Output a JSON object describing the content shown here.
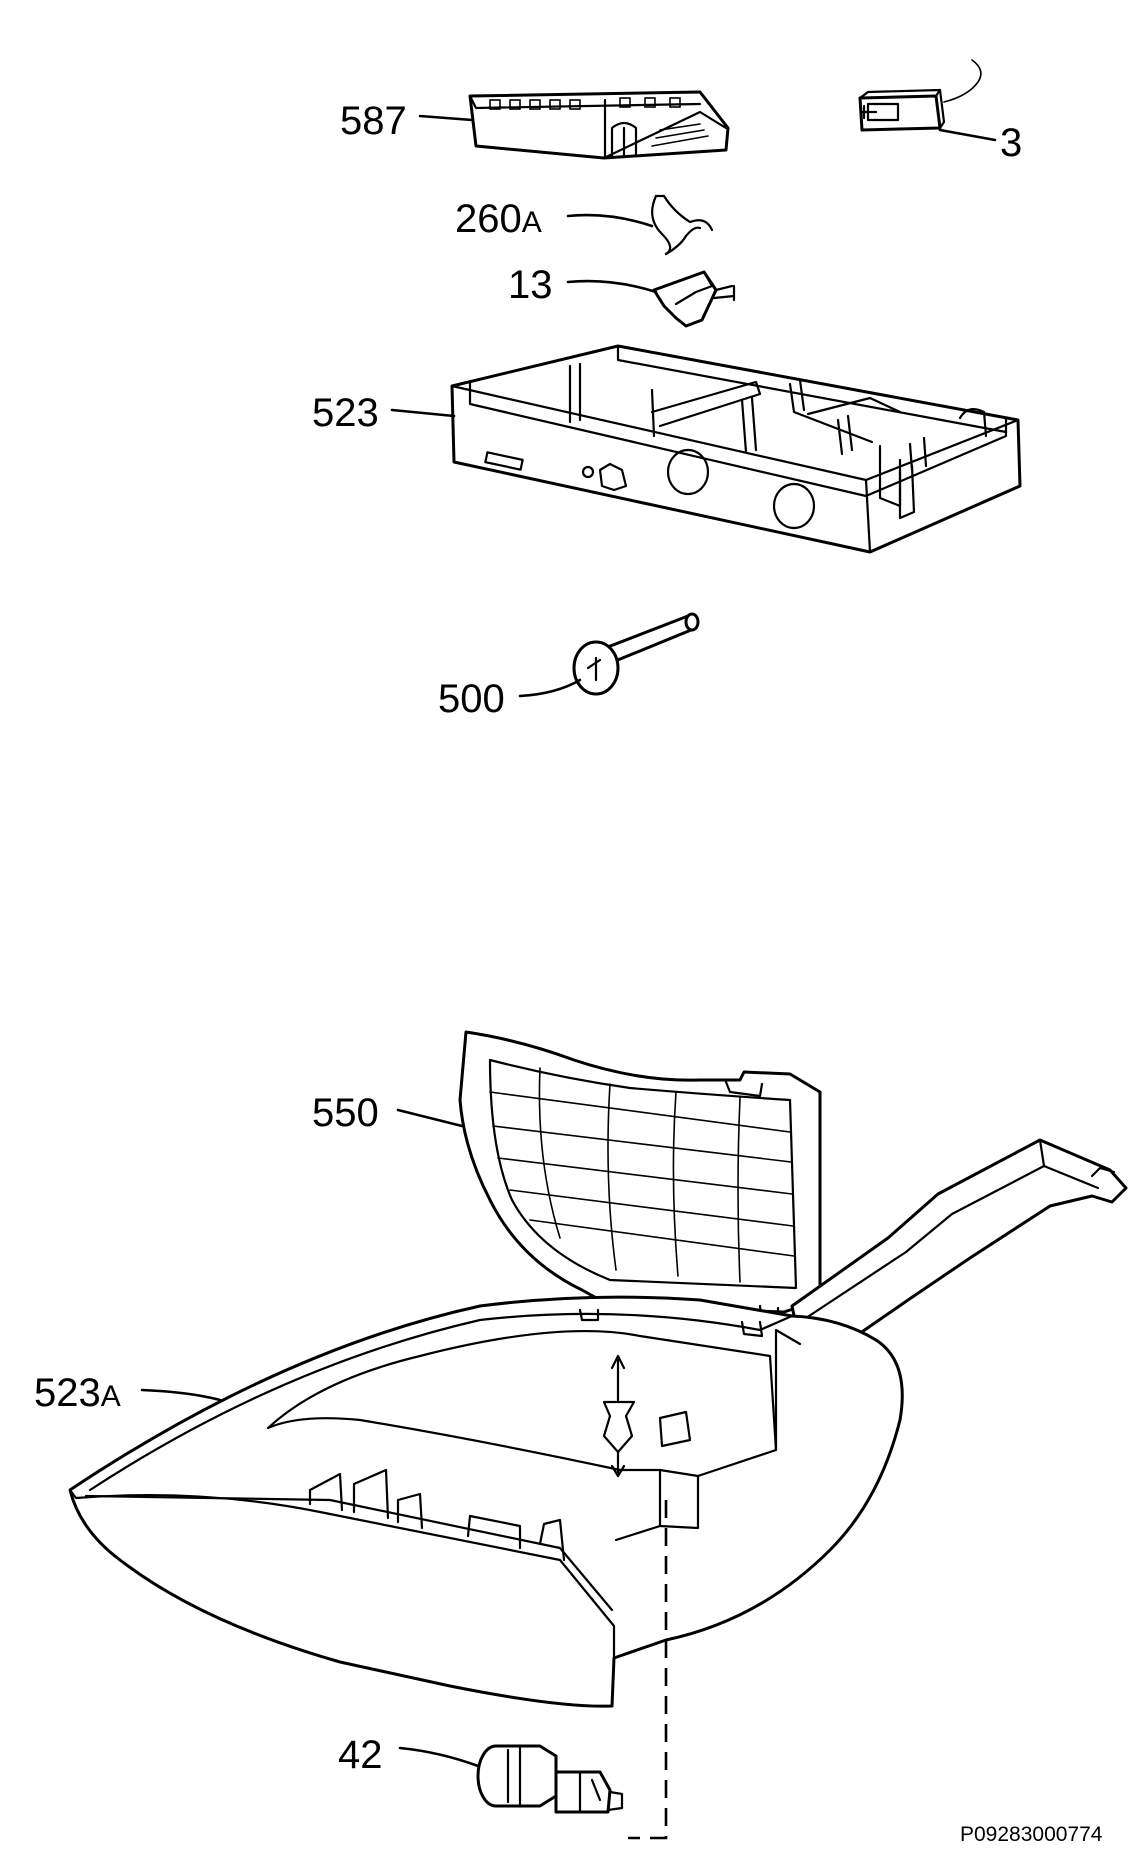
{
  "diagram": {
    "reference_code": "P09283000774",
    "callouts": {
      "c587": "587",
      "c3": "3",
      "c260": "260",
      "c260_suffix": "A",
      "c13": "13",
      "c523": "523",
      "c500": "500",
      "c550": "550",
      "c523a": "523",
      "c523a_suffix": "A",
      "c42": "42"
    }
  }
}
